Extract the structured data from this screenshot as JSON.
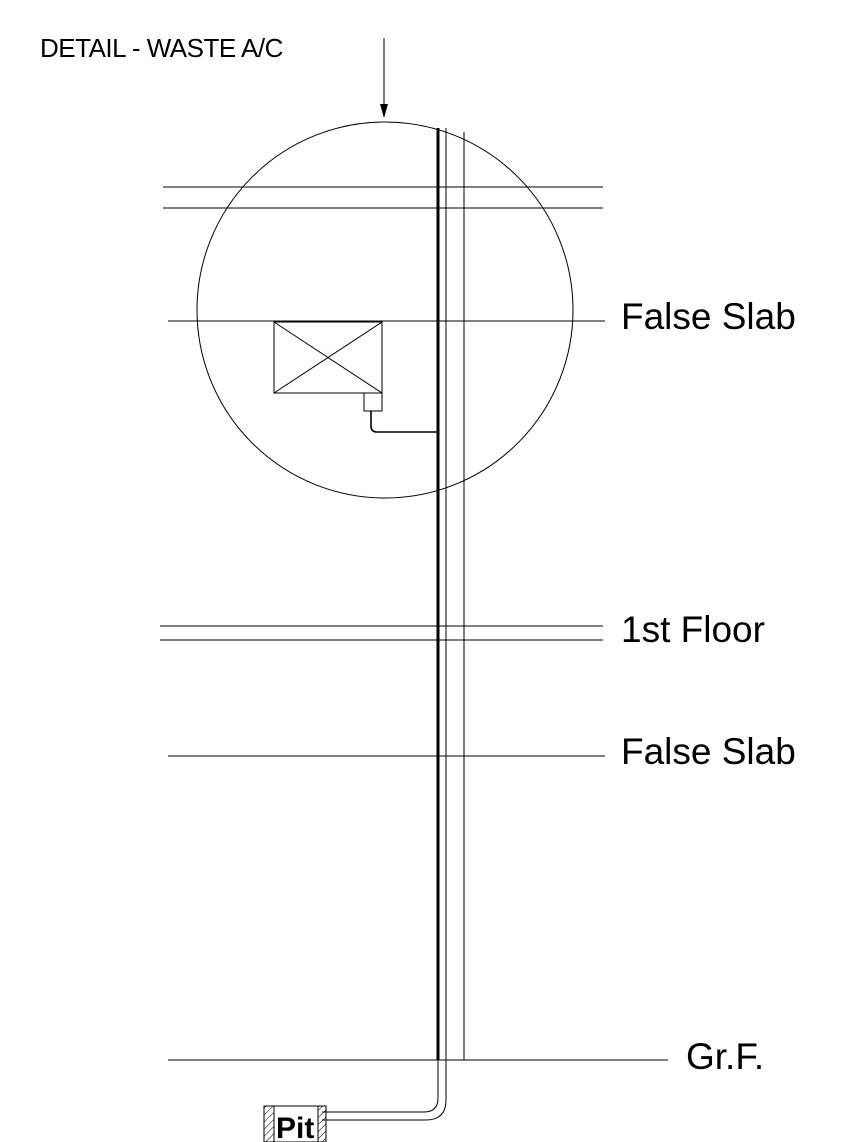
{
  "drawing": {
    "title": "DETAIL - WASTE A/C",
    "levels": {
      "false_slab_upper": "False Slab",
      "first_floor": "1st Floor",
      "false_slab_lower": "False Slab",
      "ground_floor": "Gr.F."
    },
    "pit_label": "Pit"
  },
  "colors": {
    "line": "#000000",
    "background": "#ffffff"
  }
}
